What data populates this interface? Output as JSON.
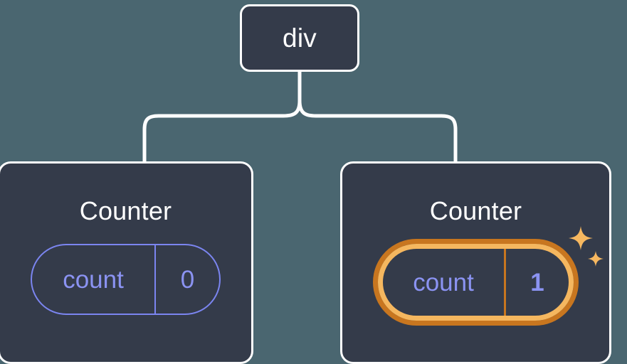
{
  "diagram": {
    "type": "component-tree",
    "background_color": "#4a6670",
    "node_fill_color": "#343b4a",
    "node_border_color": "#ffffff",
    "connector_color": "#ffffff",
    "accent_color": "#8b93f2",
    "highlight_outer_color": "#c8761f",
    "highlight_inner_color": "#f5b75f",
    "sparkle_color": "#f7b860"
  },
  "root": {
    "label": "div"
  },
  "children": [
    {
      "title": "Counter",
      "state": {
        "key": "count",
        "value": "0"
      },
      "highlighted": false
    },
    {
      "title": "Counter",
      "state": {
        "key": "count",
        "value": "1"
      },
      "highlighted": true,
      "sparkle_icons": [
        "sparkle-large",
        "sparkle-small"
      ]
    }
  ]
}
